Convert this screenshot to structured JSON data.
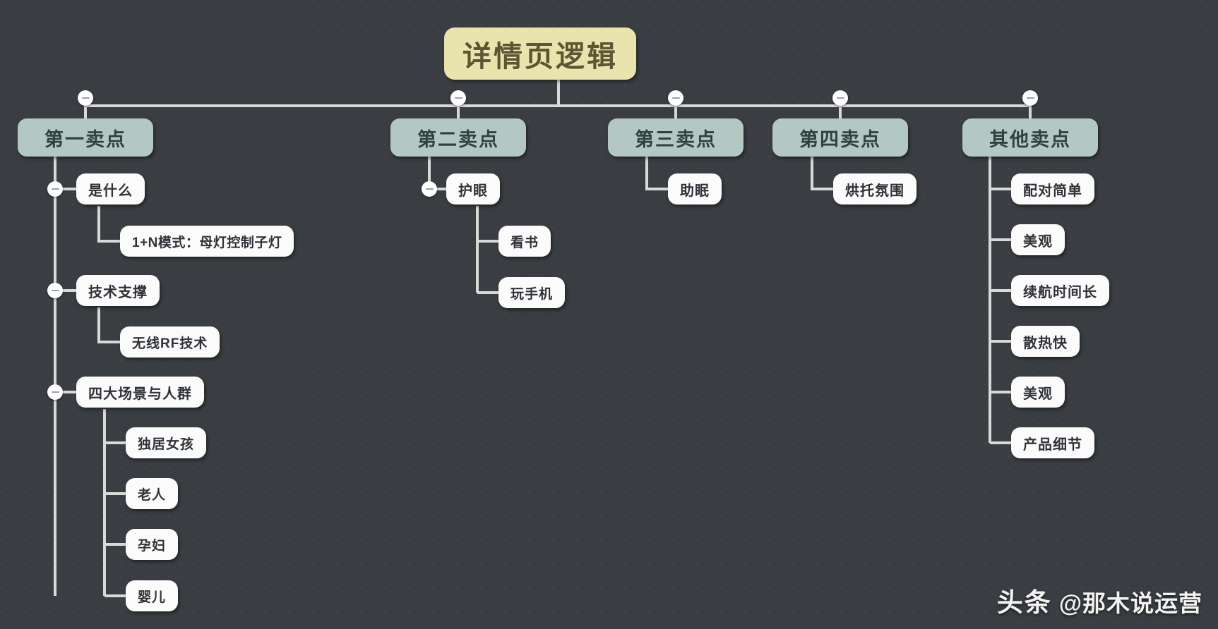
{
  "root": {
    "label": "详情页逻辑"
  },
  "branches": [
    {
      "label": "第一卖点",
      "children": [
        {
          "label": "是什么",
          "children": [
            {
              "label": "1+N模式：母灯控制子灯"
            }
          ]
        },
        {
          "label": "技术支撑",
          "children": [
            {
              "label": "无线RF技术"
            }
          ]
        },
        {
          "label": "四大场景与人群",
          "children": [
            {
              "label": "独居女孩"
            },
            {
              "label": "老人"
            },
            {
              "label": "孕妇"
            },
            {
              "label": "婴儿"
            }
          ]
        }
      ]
    },
    {
      "label": "第二卖点",
      "children": [
        {
          "label": "护眼",
          "children": [
            {
              "label": "看书"
            },
            {
              "label": "玩手机"
            }
          ]
        }
      ]
    },
    {
      "label": "第三卖点",
      "children": [
        {
          "label": "助眠"
        }
      ]
    },
    {
      "label": "第四卖点",
      "children": [
        {
          "label": "烘托氛围"
        }
      ]
    },
    {
      "label": "其他卖点",
      "children": [
        {
          "label": "配对简单"
        },
        {
          "label": "美观"
        },
        {
          "label": "续航时间长"
        },
        {
          "label": "散热快"
        },
        {
          "label": "美观"
        },
        {
          "label": "产品细节"
        }
      ]
    }
  ],
  "watermark": {
    "logo": "头条",
    "handle": "@那木说运营"
  },
  "colors": {
    "canvas": "#3a3e42",
    "root_fill": "#e9e3ad",
    "root_text": "#5d5630",
    "level1_fill": "#b3c8c2",
    "level1_text": "#31413f",
    "leaf_fill": "#fbfbfb",
    "leaf_text": "#2f3338",
    "connector": "#d9d9d9"
  }
}
